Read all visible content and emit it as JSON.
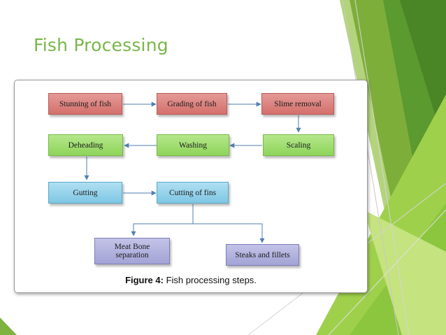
{
  "slide": {
    "title": "Fish Processing"
  },
  "figure": {
    "caption_label": "Figure 4:",
    "caption_text": " Fish processing steps.",
    "steps": {
      "stunning": "Stunning of fish",
      "grading": "Grading of fish",
      "slime_removal": "Slime removal",
      "deheading": "Deheading",
      "washing": "Washing",
      "scaling": "Scaling",
      "gutting": "Gutting",
      "cutting_fins": "Cutting of fins",
      "meat_bone": "Meat Bone separation",
      "steaks_fillets": "Steaks and fillets"
    }
  },
  "colors": {
    "title": "#7ab648",
    "row1": "#d4706c",
    "row2": "#8ed45a",
    "row3": "#7ec7e4",
    "row4": "#a3a3d6",
    "arrow": "#4f7fb0"
  }
}
